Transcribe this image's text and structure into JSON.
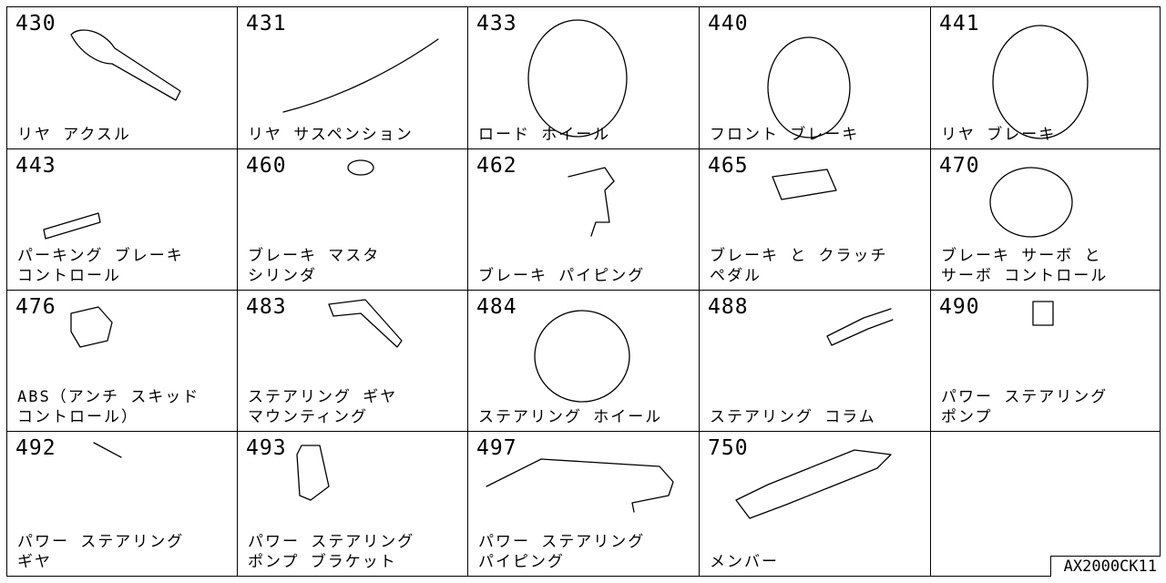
{
  "parts": [
    {
      "num": "430",
      "lines": [
        "リヤ アクスル"
      ],
      "icon": "rear-axle-icon"
    },
    {
      "num": "431",
      "lines": [
        "リヤ サスペンション"
      ],
      "icon": "leaf-spring-icon"
    },
    {
      "num": "433",
      "lines": [
        "ロード ホイール"
      ],
      "icon": "road-wheel-icon"
    },
    {
      "num": "440",
      "lines": [
        "フロント ブレーキ"
      ],
      "icon": "front-brake-icon"
    },
    {
      "num": "441",
      "lines": [
        "リヤ ブレーキ"
      ],
      "icon": "rear-brake-icon"
    },
    {
      "num": "443",
      "lines": [
        "パーキング ブレーキ",
        "コントロール"
      ],
      "icon": "parking-brake-icon"
    },
    {
      "num": "460",
      "lines": [
        "ブレーキ マスタ",
        "シリンダ"
      ],
      "icon": "master-cylinder-icon"
    },
    {
      "num": "462",
      "lines": [
        "ブレーキ パイピング"
      ],
      "icon": "brake-piping-icon"
    },
    {
      "num": "465",
      "lines": [
        "ブレーキ と クラッチ",
        "ペダル"
      ],
      "icon": "pedal-icon"
    },
    {
      "num": "470",
      "lines": [
        "ブレーキ サーボ と",
        "サーボ コントロール"
      ],
      "icon": "brake-servo-icon"
    },
    {
      "num": "476",
      "lines": [
        "ABS（アンチ スキッド",
        "コントロール）"
      ],
      "icon": "abs-unit-icon"
    },
    {
      "num": "483",
      "lines": [
        "ステアリング ギヤ",
        "マウンティング"
      ],
      "icon": "gear-mounting-icon"
    },
    {
      "num": "484",
      "lines": [
        "ステアリング ホイール"
      ],
      "icon": "steering-wheel-icon"
    },
    {
      "num": "488",
      "lines": [
        "ステアリング コラム"
      ],
      "icon": "steering-column-icon"
    },
    {
      "num": "490",
      "lines": [
        "パワー ステアリング",
        "ポンプ"
      ],
      "icon": "ps-pump-icon"
    },
    {
      "num": "492",
      "lines": [
        "パワー ステアリング",
        "ギヤ"
      ],
      "icon": "steering-rack-icon"
    },
    {
      "num": "493",
      "lines": [
        "パワー ステアリング",
        "ポンプ ブラケット"
      ],
      "icon": "pump-bracket-icon"
    },
    {
      "num": "497",
      "lines": [
        "パワー ステアリング",
        "パイピング"
      ],
      "icon": "ps-piping-icon"
    },
    {
      "num": "750",
      "lines": [
        "メンバー"
      ],
      "icon": "member-frame-icon"
    },
    {
      "num": "",
      "lines": [],
      "icon": ""
    }
  ],
  "footer": {
    "code": "AX2000CK11"
  }
}
